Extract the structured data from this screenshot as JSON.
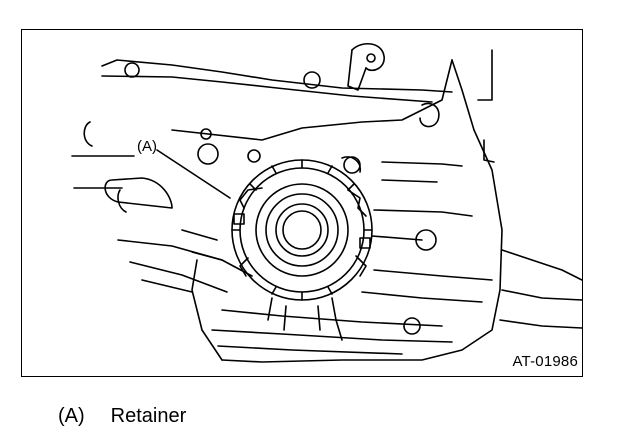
{
  "figure": {
    "callout_label": "(A)",
    "figure_id": "AT-01986"
  },
  "legend": {
    "items": [
      {
        "key": "(A)",
        "label": "Retainer"
      }
    ]
  }
}
